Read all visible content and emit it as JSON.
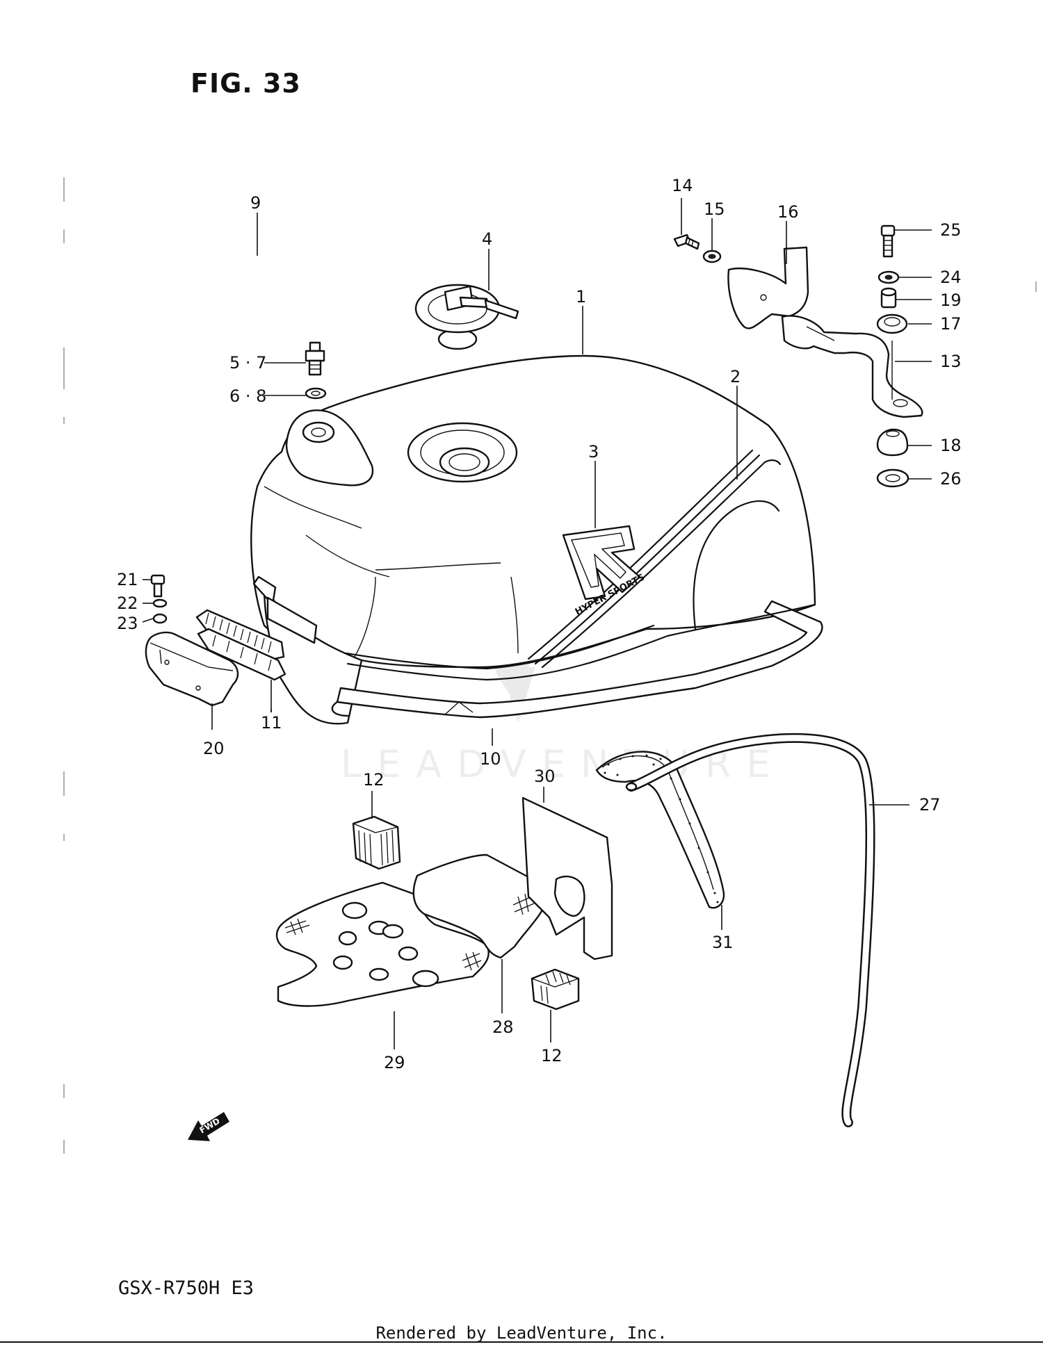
{
  "figure": {
    "title": "FIG. 33",
    "model": "GSX-R750H E3",
    "credit": "Rendered by LeadVenture, Inc.",
    "watermark": "LEADVENTURE",
    "fwd_label": "FWD",
    "tank_logo_text": "HYPER SPORTS"
  },
  "callouts": [
    "1",
    "2",
    "3",
    "4",
    "5 · 7",
    "6 · 8",
    "9",
    "10",
    "11",
    "12",
    "12",
    "13",
    "14",
    "15",
    "16",
    "17",
    "18",
    "19",
    "20",
    "21",
    "22",
    "23",
    "24",
    "25",
    "26",
    "27",
    "28",
    "29",
    "30",
    "31"
  ]
}
